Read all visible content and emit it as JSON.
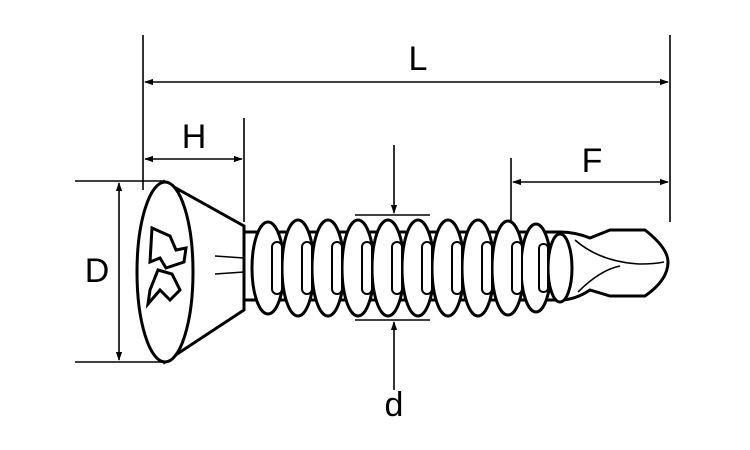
{
  "labels": {
    "L": "L",
    "H": "H",
    "F": "F",
    "D": "D",
    "d": "d"
  },
  "style": {
    "line_color": "#000000",
    "background": "#ffffff"
  }
}
